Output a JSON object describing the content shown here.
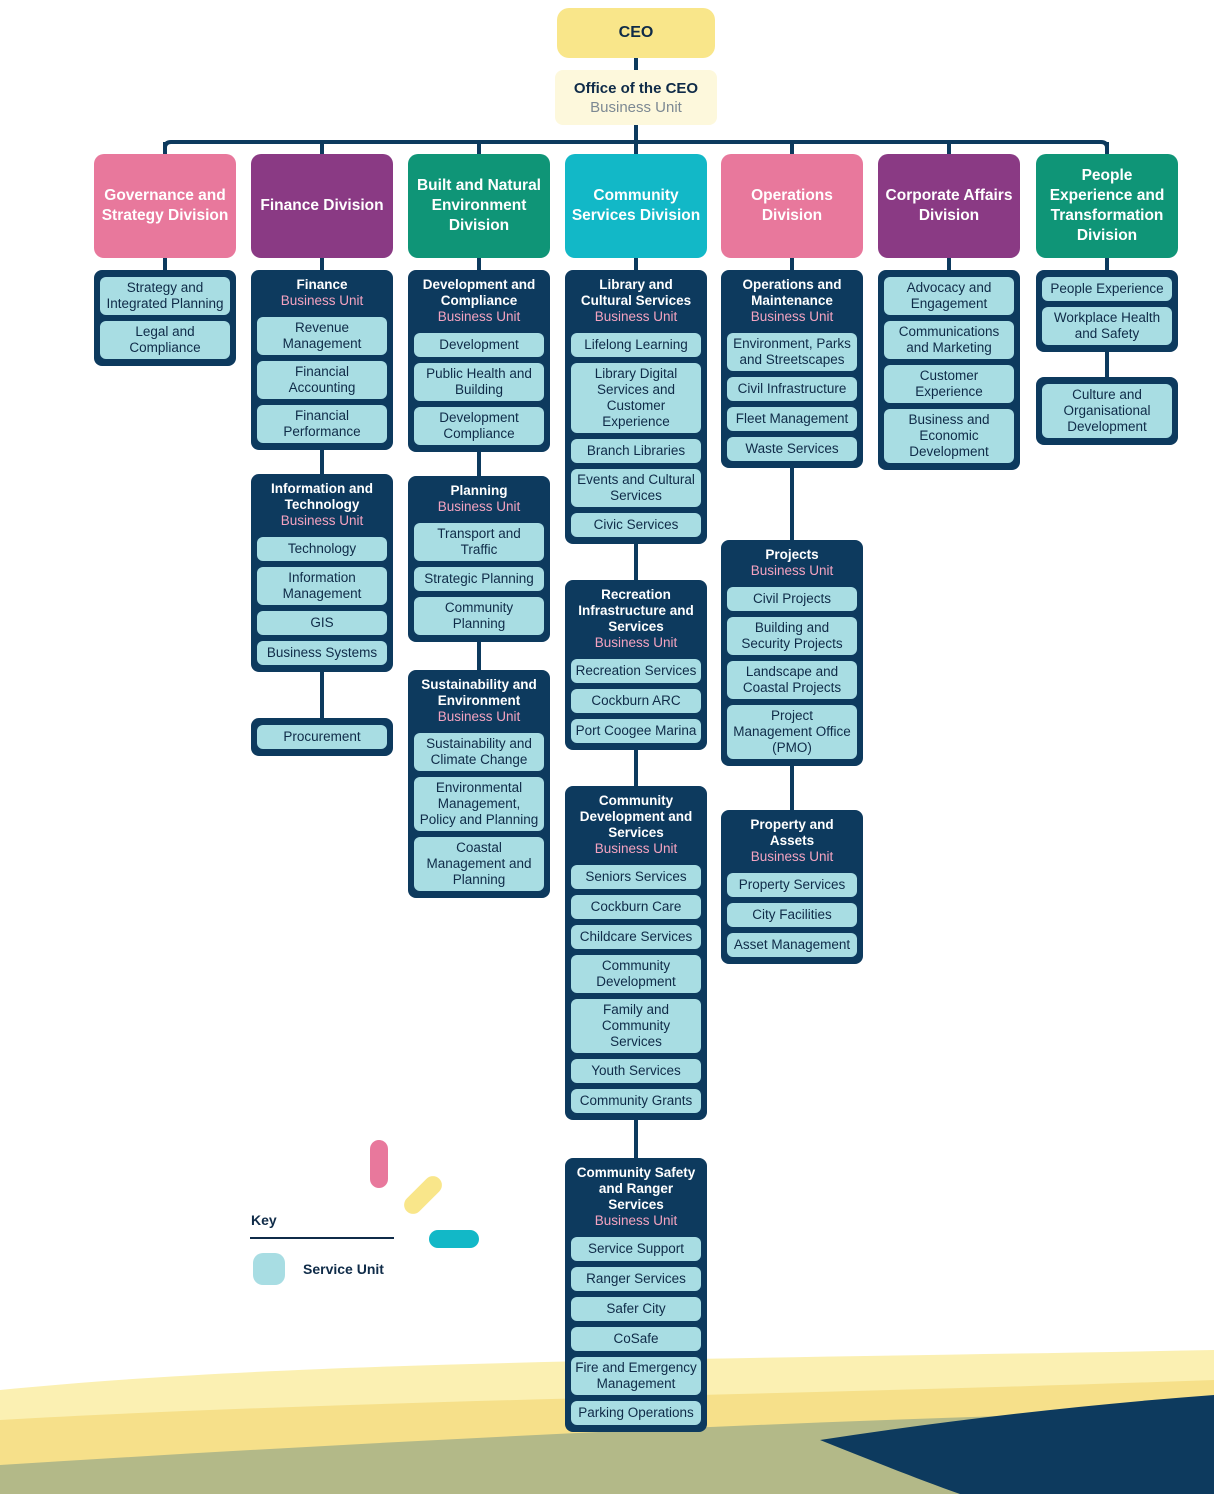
{
  "ceo": {
    "label": "CEO"
  },
  "office": {
    "title": "Office of the CEO",
    "subtitle": "Business Unit"
  },
  "colors": {
    "pink": "#e8789c",
    "purple": "#8a3a84",
    "green": "#0f9577",
    "cyan": "#12b8c7",
    "navy": "#0d3a5e",
    "service": "#a8dde3",
    "yellow": "#f9e68a"
  },
  "divisions": [
    {
      "name": "Governance and Strategy Division",
      "color": "pink",
      "units": [
        {
          "title": "",
          "subtitle": "",
          "services": [
            "Strategy and Integrated Planning",
            "Legal and Compliance"
          ]
        }
      ]
    },
    {
      "name": "Finance Division",
      "color": "purple",
      "units": [
        {
          "title": "Finance",
          "subtitle": "Business Unit",
          "services": [
            "Revenue Management",
            "Financial Accounting",
            "Financial Performance"
          ]
        },
        {
          "title": "Information and Technology",
          "subtitle": "Business Unit",
          "services": [
            "Technology",
            "Information Management",
            "GIS",
            "Business Systems"
          ]
        },
        {
          "title": "",
          "subtitle": "",
          "services": [
            "Procurement"
          ]
        }
      ]
    },
    {
      "name": "Built and Natural Environment Division",
      "color": "green",
      "units": [
        {
          "title": "Development and Compliance",
          "subtitle": "Business Unit",
          "services": [
            "Development",
            "Public Health and Building",
            "Development Compliance"
          ]
        },
        {
          "title": "Planning",
          "subtitle": "Business Unit",
          "services": [
            "Transport and Traffic",
            "Strategic Planning",
            "Community Planning"
          ]
        },
        {
          "title": "Sustainability and Environment",
          "subtitle": "Business Unit",
          "services": [
            "Sustainability and Climate Change",
            "Environmental Management, Policy and Planning",
            "Coastal Management and Planning"
          ]
        }
      ]
    },
    {
      "name": "Community Services Division",
      "color": "cyan",
      "units": [
        {
          "title": "Library and Cultural Services",
          "subtitle": "Business Unit",
          "services": [
            "Lifelong Learning",
            "Library Digital Services and Customer Experience",
            "Branch Libraries",
            "Events and Cultural Services",
            "Civic Services"
          ]
        },
        {
          "title": "Recreation Infrastructure and Services",
          "subtitle": "Business Unit",
          "services": [
            "Recreation Services",
            "Cockburn ARC",
            "Port Coogee Marina"
          ]
        },
        {
          "title": "Community Development and Services",
          "subtitle": "Business Unit",
          "services": [
            "Seniors Services",
            "Cockburn Care",
            "Childcare Services",
            "Community Development",
            "Family and Community Services",
            "Youth Services",
            "Community Grants"
          ]
        },
        {
          "title": "Community Safety and Ranger Services",
          "subtitle": "Business Unit",
          "services": [
            "Service Support",
            "Ranger Services",
            "Safer City",
            "CoSafe",
            "Fire and Emergency Management",
            "Parking Operations"
          ]
        }
      ]
    },
    {
      "name": "Operations Division",
      "color": "pink",
      "units": [
        {
          "title": "Operations and Maintenance",
          "subtitle": "Business Unit",
          "services": [
            "Environment, Parks and Streetscapes",
            "Civil Infrastructure",
            "Fleet Management",
            "Waste Services"
          ]
        },
        {
          "title": "Projects",
          "subtitle": "Business Unit",
          "services": [
            "Civil Projects",
            "Building and Security Projects",
            "Landscape and Coastal Projects",
            "Project Management Office (PMO)"
          ]
        },
        {
          "title": "Property and Assets",
          "subtitle": "Business Unit",
          "services": [
            "Property Services",
            "City Facilities",
            "Asset Management"
          ]
        }
      ]
    },
    {
      "name": "Corporate Affairs Division",
      "color": "purple",
      "units": [
        {
          "title": "",
          "subtitle": "",
          "services": [
            "Advocacy and Engagement",
            "Communications and Marketing",
            "Customer Experience",
            "Business and Economic Development"
          ]
        }
      ]
    },
    {
      "name": "People Experience and Transformation Division",
      "color": "green",
      "units": [
        {
          "title": "",
          "subtitle": "",
          "services": [
            "People Experience",
            "Workplace Health and Safety"
          ]
        },
        {
          "title": "",
          "subtitle": "",
          "services": [
            "Culture and Organisational Development"
          ]
        }
      ]
    }
  ],
  "key": {
    "title": "Key",
    "service_label": "Service Unit"
  }
}
